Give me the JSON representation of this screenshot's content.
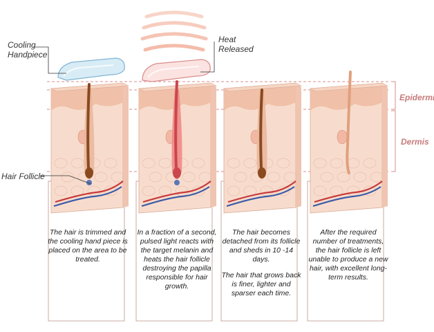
{
  "labels": {
    "cooling_handpiece": "Cooling\nHandpiece",
    "heat_released": "Heat\nReleased",
    "hair_follicle": "Hair Follicle",
    "epidermis": "Epidermis",
    "dermis": "Dermis"
  },
  "steps": [
    {
      "lines": [
        "The hair is trimmed and the cooling hand piece is placed on the area to be treated."
      ]
    },
    {
      "lines": [
        "In a fraction of a second, pulsed light reacts with the target melanin and heats the hair follicle destroying the papilla responsible for hair growth."
      ]
    },
    {
      "lines": [
        "The hair becomes detached from its follicle and sheds in 10 -14 days.",
        "The hair that grows back is finer, lighter and sparser each time."
      ]
    },
    {
      "lines": [
        "After the required number of treatments, the hair follicle is left unable to produce a new hair, with excellent long-term results."
      ]
    }
  ],
  "colors": {
    "skin_top": "#f6d5c3",
    "epidermis": "#f0c0a8",
    "dermis": "#f7dccd",
    "side_face": "#efc4b0",
    "hair": "#8a4a1f",
    "hair_heated": "#c9474c",
    "hair_regrowth": "#e0a07e",
    "dashed_line": "#d98b8b",
    "label_right": "#c77b7b",
    "vessel_red": "#c73a3a",
    "vessel_blue": "#3b5ca8",
    "heat_wave": "#f2b09b"
  }
}
